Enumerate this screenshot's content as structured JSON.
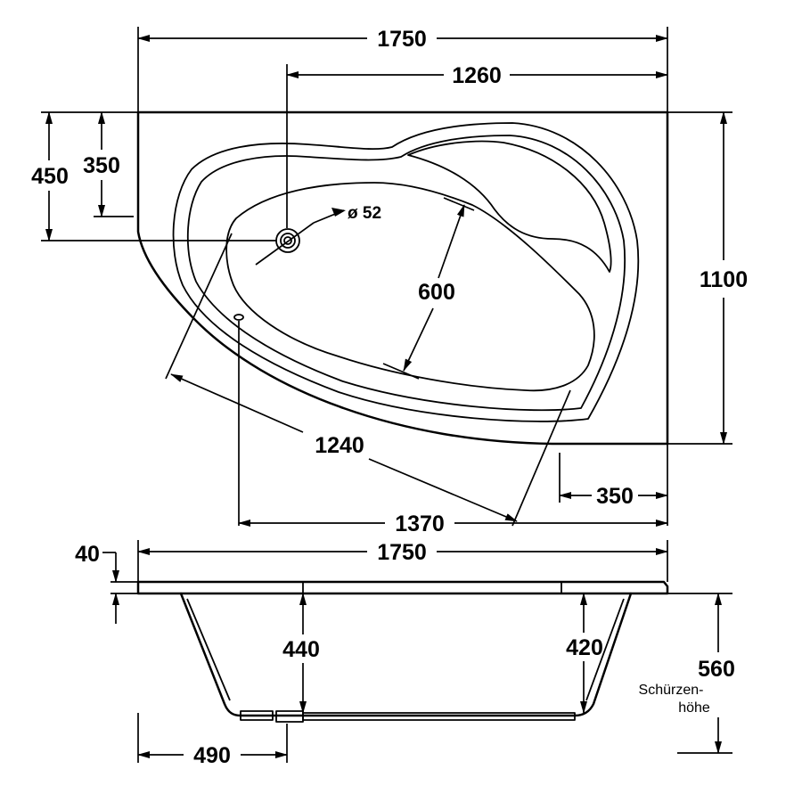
{
  "drawing": {
    "top_view": {
      "width_total": "1750",
      "drain_offset": "1260",
      "depth_total": "1100",
      "edge_offset_450": "450",
      "edge_offset_350": "350",
      "drain_diameter": "ø 52",
      "inner_width": "600",
      "inner_length": "1240",
      "length_1370": "1370",
      "right_offset": "350"
    },
    "side_view": {
      "width_total": "1750",
      "rim_thickness": "40",
      "depth_left": "440",
      "depth_right": "420",
      "apron_height": "560",
      "apron_label_line1": "Schürzen-",
      "apron_label_line2": "höhe",
      "drain_offset": "490"
    }
  }
}
